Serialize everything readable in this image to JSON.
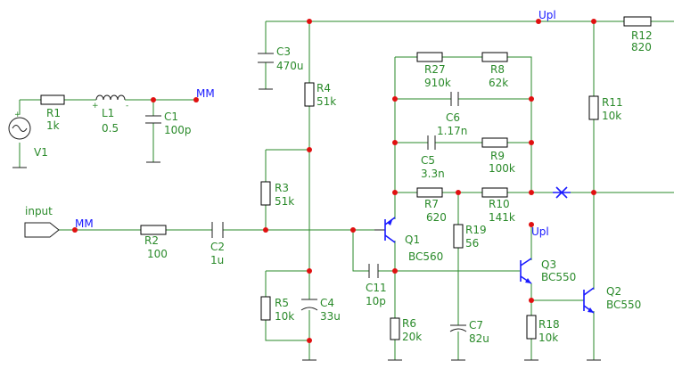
{
  "nets": {
    "mm_top": "MM",
    "mm_in": "MM",
    "upl_top": "Upl",
    "upl_q3": "Upl",
    "input": "input"
  },
  "components": {
    "V1": {
      "ref": "V1"
    },
    "R1": {
      "ref": "R1",
      "value": "1k"
    },
    "L1": {
      "ref": "L1",
      "value": "0.5"
    },
    "C1": {
      "ref": "C1",
      "value": "100p"
    },
    "C3": {
      "ref": "C3",
      "value": "470u"
    },
    "R4": {
      "ref": "R4",
      "value": "51k"
    },
    "R3": {
      "ref": "R3",
      "value": "51k"
    },
    "R2": {
      "ref": "R2",
      "value": "100"
    },
    "C2": {
      "ref": "C2",
      "value": "1u"
    },
    "R5": {
      "ref": "R5",
      "value": "10k"
    },
    "C4": {
      "ref": "C4",
      "value": "33u"
    },
    "R27": {
      "ref": "R27",
      "value": "910k"
    },
    "R8": {
      "ref": "R8",
      "value": "62k"
    },
    "C6": {
      "ref": "C6",
      "value": "1.17n"
    },
    "C5": {
      "ref": "C5",
      "value": "3.3n"
    },
    "R9": {
      "ref": "R9",
      "value": "100k"
    },
    "R7": {
      "ref": "R7",
      "value": "620"
    },
    "R10": {
      "ref": "R10",
      "value": "141k"
    },
    "R19": {
      "ref": "R19",
      "value": "56"
    },
    "C7": {
      "ref": "C7",
      "value": "82u"
    },
    "C11": {
      "ref": "C11",
      "value": "10p"
    },
    "R6": {
      "ref": "R6",
      "value": "20k"
    },
    "Q1": {
      "ref": "Q1",
      "value": "BC560"
    },
    "Q3": {
      "ref": "Q3",
      "value": "BC550"
    },
    "Q2": {
      "ref": "Q2",
      "value": "BC550"
    },
    "R18": {
      "ref": "R18",
      "value": "10k"
    },
    "R11": {
      "ref": "R11",
      "value": "10k"
    },
    "R12": {
      "ref": "R12",
      "value": "820"
    }
  },
  "colors": {
    "wire": "#2a8a2a",
    "label": "#2a8a2a",
    "net_label": "#1a1aff",
    "junction": "#e01010",
    "component_body": "#000000"
  }
}
